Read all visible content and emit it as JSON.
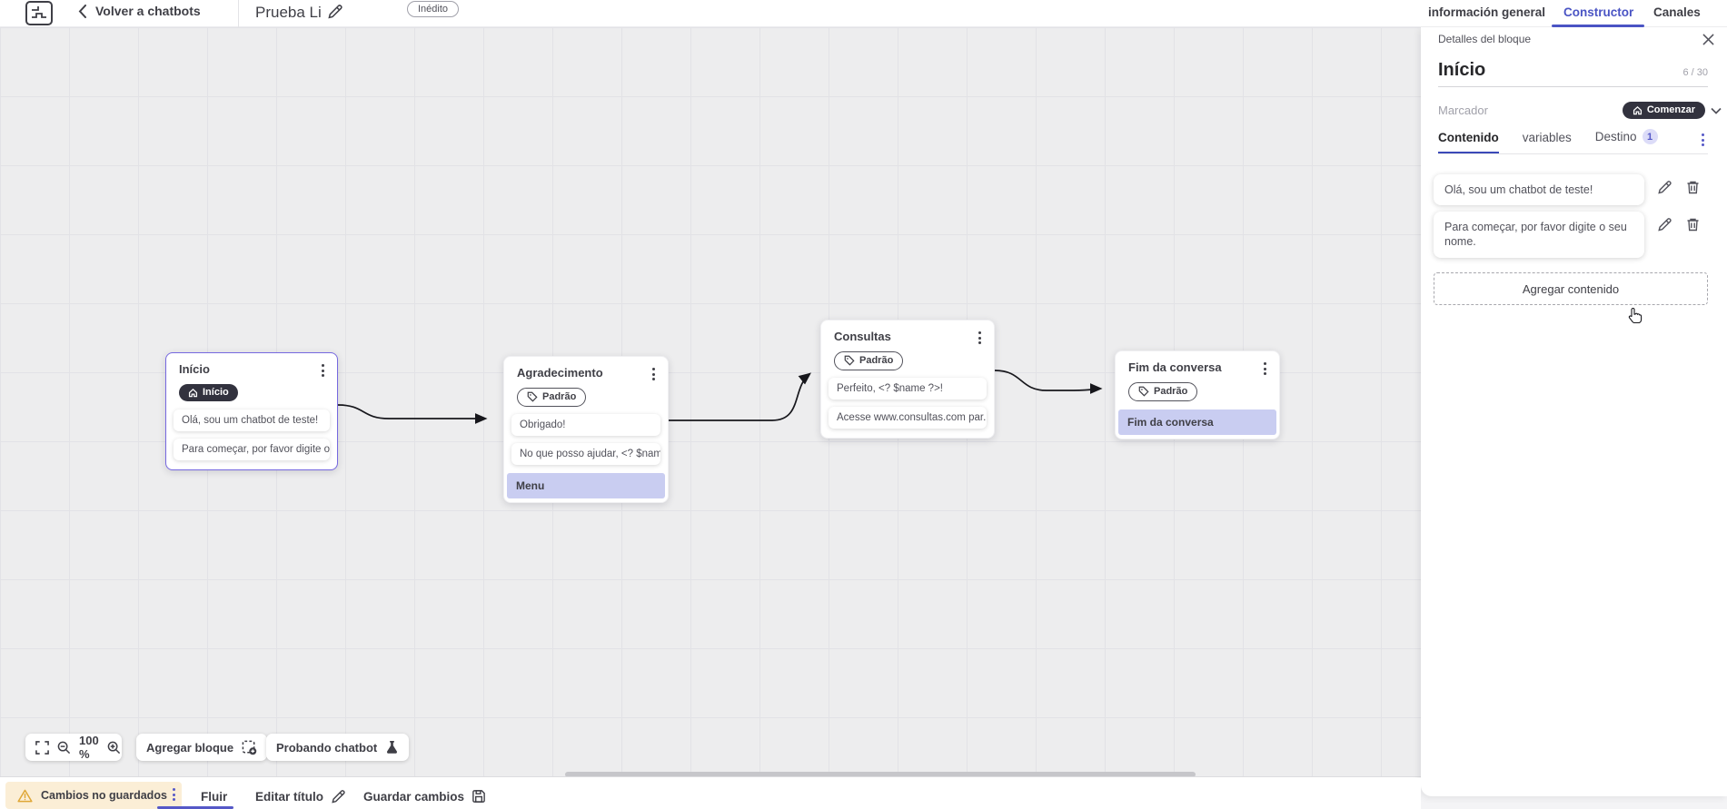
{
  "topbar": {
    "back_label": "Volver a chatbots",
    "title": "Prueba Li",
    "status_badge": "Inédito",
    "tabs": [
      {
        "label": "información general",
        "active": false
      },
      {
        "label": "Constructor",
        "active": true
      },
      {
        "label": "Canales",
        "active": false
      }
    ]
  },
  "canvas": {
    "zoom_level": "100 %",
    "add_block_label": "Agregar bloque",
    "test_chatbot_label": "Probando chatbot",
    "nodes": [
      {
        "title": "Início",
        "badge": "Início",
        "messages": [
          "Olá, sou um chatbot de teste!",
          "Para começar, por favor digite o ..."
        ]
      },
      {
        "title": "Agradecimento",
        "badge": "Padrão",
        "messages": [
          "Obrigado!",
          "No que posso ajudar, <? $name ..."
        ],
        "action": "Menu"
      },
      {
        "title": "Consultas",
        "badge": "Padrão",
        "messages": [
          "Perfeito, <? $name ?>!",
          "Acesse www.consultas.com par..."
        ]
      },
      {
        "title": "Fim da conversa",
        "badge": "Padrão",
        "action": "Fim da conversa"
      }
    ]
  },
  "bottombar": {
    "unsaved_changes": "Cambios no guardados",
    "flow_tab": "Fluir",
    "edit_title_label": "Editar título",
    "save_label": "Guardar cambios"
  },
  "panel": {
    "header": "Detalles del bloque",
    "block_name": "Início",
    "char_counter": "6 / 30",
    "marker_label": "Marcador",
    "marker_value": "Comenzar",
    "tabs": [
      {
        "label": "Contenido",
        "active": true
      },
      {
        "label": "variables",
        "active": false
      },
      {
        "label": "Destino",
        "badge": "1",
        "active": false
      }
    ],
    "contents": [
      "Olá, sou um chatbot de teste!",
      "Para começar, por favor digite o seu nome."
    ],
    "add_content_label": "Agregar contenido"
  },
  "colors": {
    "accent_blue": "#4a54c4",
    "accent_purple": "#5558c7",
    "dark_pill": "#32323e",
    "lavender_row": "#c9cdf1",
    "warning_bg": "#fbeed6",
    "warning_icon": "#dfa736",
    "selected_node_border": "#7668e0"
  }
}
